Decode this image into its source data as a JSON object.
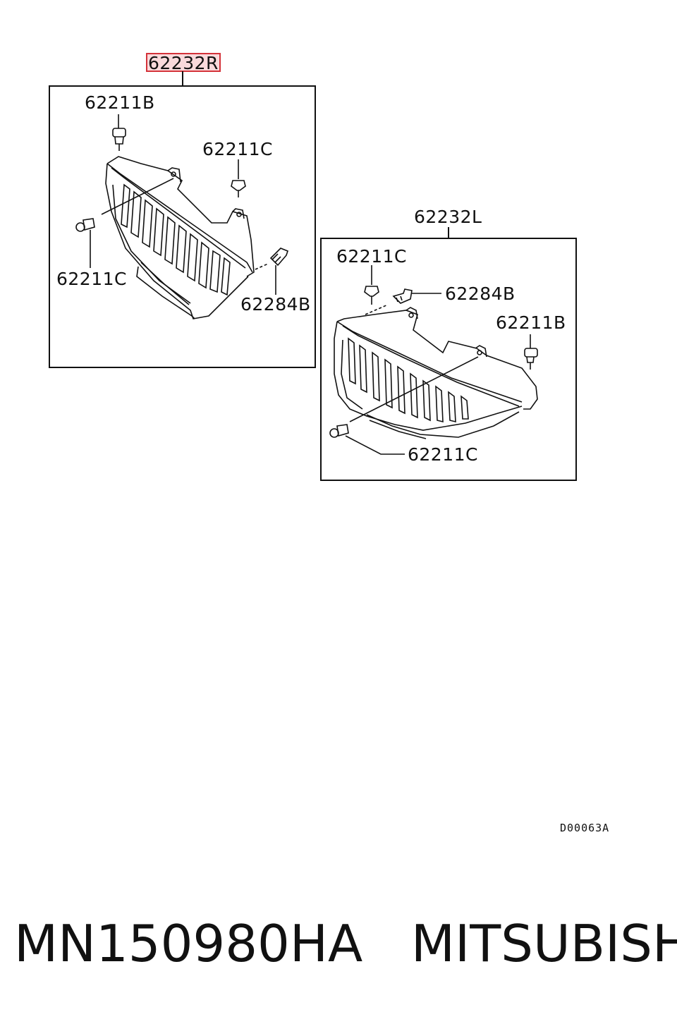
{
  "assemblies": {
    "right": {
      "part_number": "62232R"
    },
    "left": {
      "part_number": "62232L"
    }
  },
  "right_callouts": {
    "clip_top_left": "62211B",
    "clip_top_right": "62211C",
    "clip_left": "62211C",
    "screw": "62284B"
  },
  "left_callouts": {
    "clip_top": "62211C",
    "screw": "62284B",
    "clip_right": "62211B",
    "clip_bottom": "62211C"
  },
  "drawing_ref": "D00063A",
  "footer": {
    "part_code": "MN150980HA",
    "brand": "MITSUBISHI"
  },
  "colors": {
    "highlight": "#d4333a",
    "highlight_fill": "#f9d9db",
    "line": "#111111"
  }
}
